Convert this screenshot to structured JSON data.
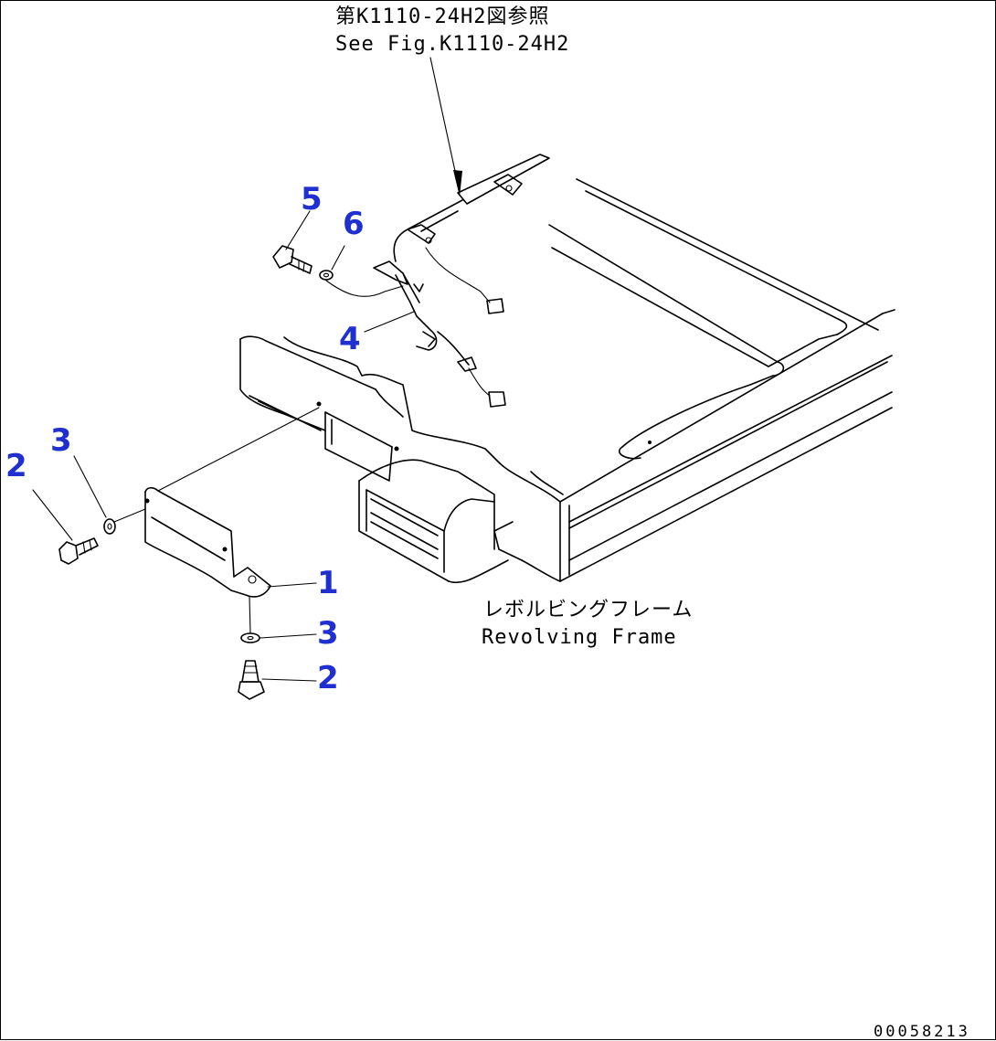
{
  "reference_note": {
    "line_jp": "第K1110-24H2図参照",
    "line_en": "See Fig.K1110-24H2"
  },
  "frame_label": {
    "line_jp": "レボルビングフレーム",
    "line_en": "Revolving Frame"
  },
  "callouts": {
    "c1": "1",
    "c2_left": "2",
    "c2_bottom": "2",
    "c3_left": "3",
    "c3_bottom": "3",
    "c4": "4",
    "c5": "5",
    "c6": "6"
  },
  "drawing_code": "00058213",
  "colors": {
    "callout": "#1f2fd0",
    "line": "#000000",
    "background": "#ffffff"
  }
}
